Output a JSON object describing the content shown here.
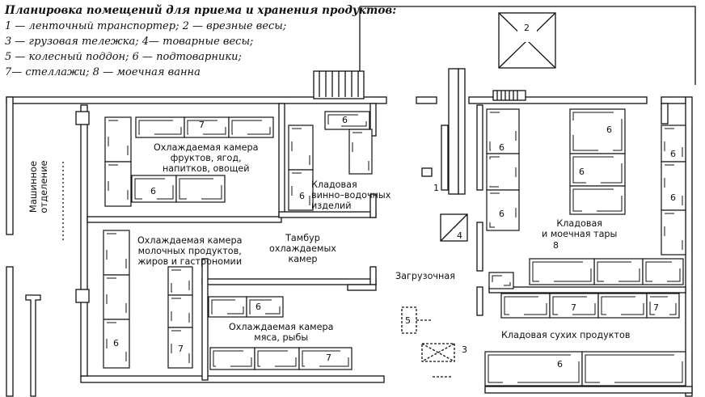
{
  "legend": {
    "title": "Планировка помещений для приема и хранения продуктов:",
    "lines": [
      "1 — ленточный транспортер; 2 — врезные весы;",
      "3 — грузовая тележка; 4— товарные весы;",
      "5 — колесный поддон; 6 — подтоварники;",
      "7— стеллажи; 8 — моечная ванна"
    ]
  },
  "rooms": {
    "fruits": "Охлаждаемая камера\nфруктов, ягод,\nнапитков, овощей",
    "dairy": "Охлаждаемая камера\nмолочных продуктов,\nжиров и гастрономии",
    "meat": "Охлаждаемая камера\nмяса, рыбы",
    "wine": "Кладовая\nвинно–водочных\nизделий",
    "tambour": "Тамбур\nохлаждаемых\nкамер",
    "loading": "Загрузочная",
    "tara": "Кладовая\nи моечная тары",
    "dry": "Кладовая сухих продуктов",
    "machine": "Машинное\nотделение"
  },
  "markers": {
    "m1": "1",
    "m2": "2",
    "m3": "3",
    "m4": "4",
    "m5": "5",
    "m6": "6",
    "m7": "7",
    "m8": "8"
  }
}
